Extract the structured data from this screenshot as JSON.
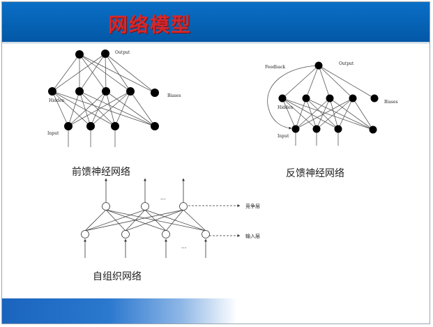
{
  "slide": {
    "title": "网络模型",
    "colors": {
      "banner": "#0661b3",
      "title": "#d4282b",
      "node": "#000000",
      "edge": "#555555"
    }
  },
  "feedforward": {
    "caption": "前馈神经网络",
    "labels": {
      "output": "Output",
      "hidden": "Hidden",
      "input": "Input",
      "biases": "Biases"
    }
  },
  "feedback": {
    "caption": "反馈神经网络",
    "labels": {
      "feedback": "Feedback",
      "output": "Output",
      "hidden": "Hidden",
      "input": "Input",
      "biases": "Biases"
    }
  },
  "selforg": {
    "caption": "自组织网络",
    "labels": {
      "competitive": "竞争层",
      "input_layer": "输入层",
      "ellipsis": "..."
    }
  }
}
